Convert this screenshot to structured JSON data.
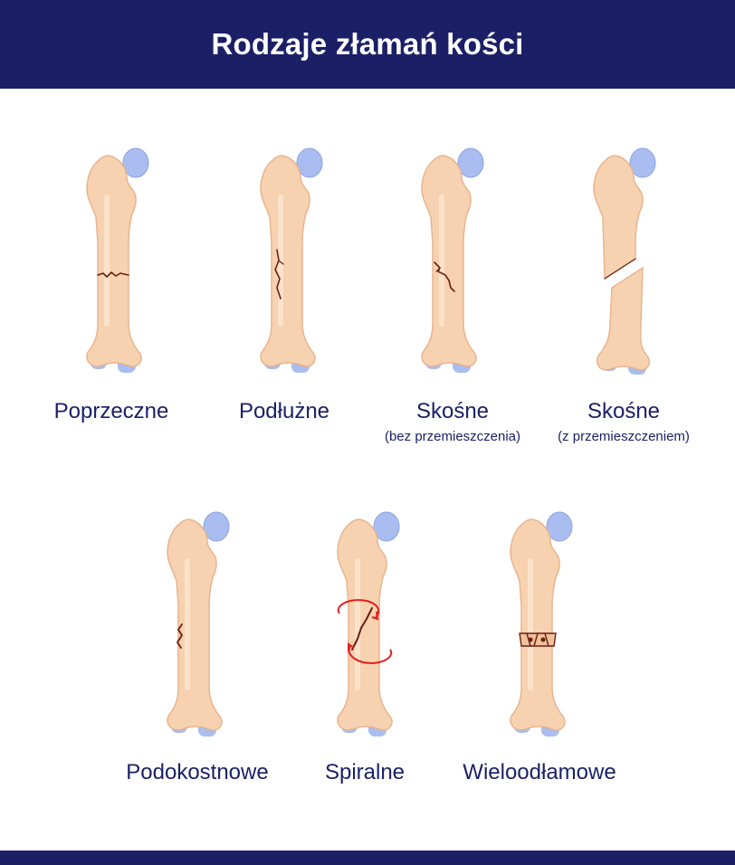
{
  "title": "Rodzaje złamań kości",
  "colors": {
    "brand": "#1b1f66",
    "bone": "#f7d2b0",
    "bone_shadow": "#e8b48f",
    "cartilage": "#a9bdf0",
    "crack": "#6b1e12",
    "arrow": "#e02020"
  },
  "fractures": [
    {
      "label": "Poprzeczne",
      "sublabel": "",
      "type": "transverse"
    },
    {
      "label": "Podłużne",
      "sublabel": "",
      "type": "longitudinal"
    },
    {
      "label": "Skośne",
      "sublabel": "(bez przemieszczenia)",
      "type": "oblique"
    },
    {
      "label": "Skośne",
      "sublabel": "(z przemieszczeniem)",
      "type": "oblique-displaced"
    },
    {
      "label": "Podokostnowe",
      "sublabel": "",
      "type": "subperiosteal"
    },
    {
      "label": "Spiralne",
      "sublabel": "",
      "type": "spiral"
    },
    {
      "label": "Wieloodłamowe",
      "sublabel": "",
      "type": "comminuted"
    }
  ]
}
